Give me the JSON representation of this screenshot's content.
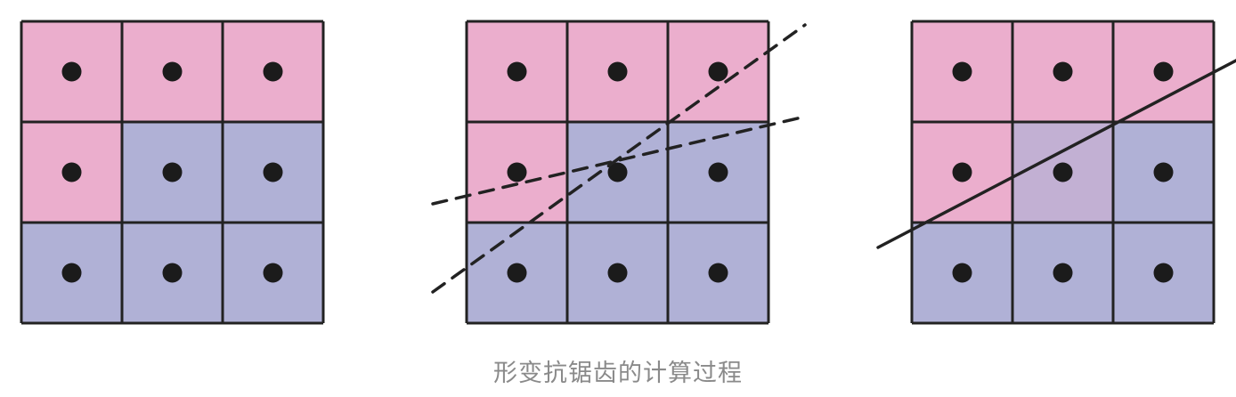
{
  "caption": "形变抗锯齿的计算过程",
  "colors": {
    "pink": "#ebaecd",
    "blue": "#b0b1d6",
    "blended": "#c2b0d3",
    "grid_line": "#222222",
    "dot": "#1b1b1b",
    "caption": "#8a8a8a"
  },
  "panels": [
    {
      "name": "aliased",
      "cells": [
        [
          "pink",
          "pink",
          "pink"
        ],
        [
          "pink",
          "blue",
          "blue"
        ],
        [
          "blue",
          "blue",
          "blue"
        ]
      ],
      "edges": []
    },
    {
      "name": "transformed-edges",
      "cells": [
        [
          "pink",
          "pink",
          "pink"
        ],
        [
          "pink",
          "blue",
          "blue"
        ],
        [
          "blue",
          "blue",
          "blue"
        ]
      ],
      "edges": [
        "dashed",
        "dashed"
      ]
    },
    {
      "name": "antialiased",
      "cells": [
        [
          "pink",
          "pink",
          "pink"
        ],
        [
          "pink",
          "blended",
          "blue"
        ],
        [
          "blue",
          "blue",
          "blue"
        ]
      ],
      "edges": [
        "solid"
      ]
    }
  ]
}
